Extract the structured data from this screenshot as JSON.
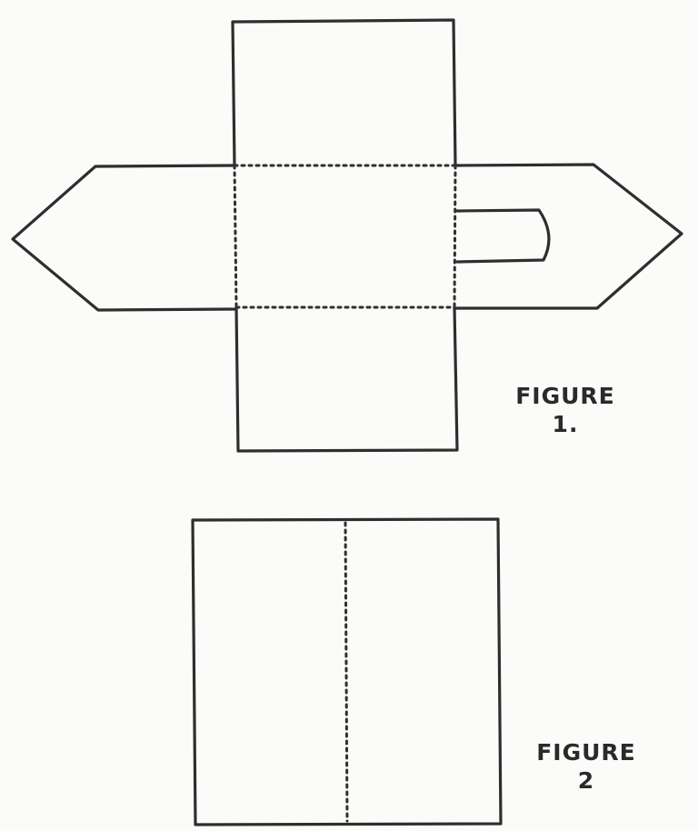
{
  "figures": [
    {
      "caption_word": "FIGURE",
      "caption_number": "1."
    },
    {
      "caption_word": "FIGURE",
      "caption_number": "2"
    }
  ],
  "colors": {
    "line": "#2e2e2e",
    "background": "#fbfbf9"
  }
}
